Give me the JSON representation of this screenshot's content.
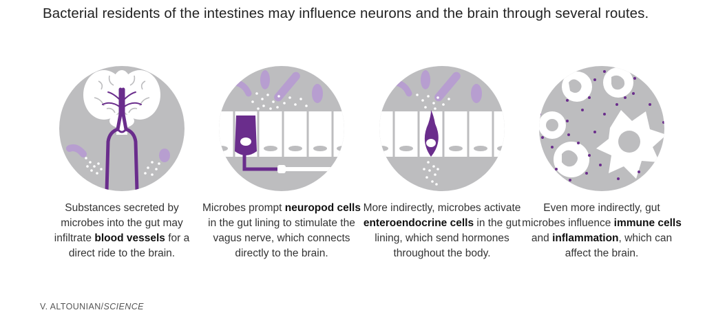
{
  "title": "Bacterial residents of the intestines may influence neurons and the brain through several routes.",
  "panels": [
    {
      "caption": [
        {
          "text": "Substances secreted by microbes into the gut may infiltrate "
        },
        {
          "text": "blood vessels",
          "bold": true
        },
        {
          "text": " for a direct ride to the brain."
        }
      ]
    },
    {
      "caption": [
        {
          "text": "Microbes prompt "
        },
        {
          "text": "neuropod cells",
          "bold": true
        },
        {
          "text": " in the gut lining to stimulate the vagus nerve, which connects directly to the brain."
        }
      ]
    },
    {
      "caption": [
        {
          "text": "More indirectly, microbes activate "
        },
        {
          "text": "enteroendocrine cells",
          "bold": true
        },
        {
          "text": " in the gut lining, which send hormones throughout the body."
        }
      ]
    },
    {
      "caption": [
        {
          "text": "Even more indirectly, gut microbes influence "
        },
        {
          "text": "immune cells",
          "bold": true
        },
        {
          "text": " and "
        },
        {
          "text": "inflammation",
          "bold": true
        },
        {
          "text": ", which can affect the brain."
        }
      ]
    }
  ],
  "credit": {
    "author": "V. ALTOUNIAN/",
    "publication": "SCIENCE"
  },
  "colors": {
    "circle_gray": "#bdbdbf",
    "purple_dark": "#6a2d8c",
    "purple_light": "#b79ed0",
    "white": "#ffffff",
    "dark_gray": "#9a9a9c"
  }
}
